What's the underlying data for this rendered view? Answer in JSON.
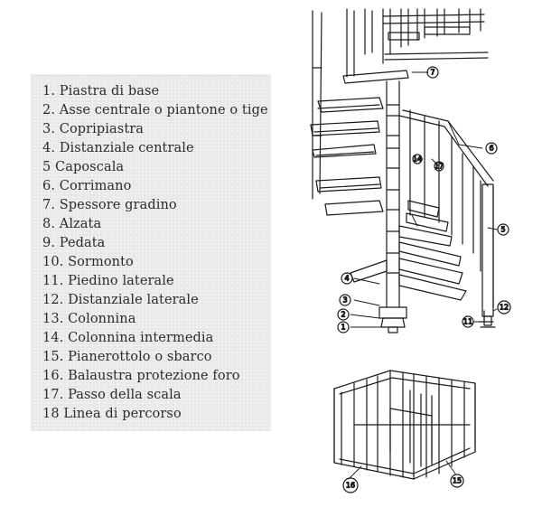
{
  "legend": {
    "items": [
      "1. Piastra di base",
      "2. Asse centrale o piantone o tige",
      "3. Copripiastra",
      "4. Distanziale centrale",
      "5 Caposcala",
      "6. Corrimano",
      "7. Spessore gradino",
      "8. Alzata",
      "9. Pedata",
      "10. Sormonto",
      "11. Piedino laterale",
      "12. Distanziale laterale",
      "13. Colonnina",
      "14. Colonnina intermedia",
      "15. Pianerottolo o sbarco",
      "16. Balaustra protezione foro",
      "17. Passo della scala",
      "18 Linea di percorso"
    ]
  },
  "callouts": {
    "c1": "1",
    "c2": "2",
    "c3": "3",
    "c4": "4",
    "c5": "5",
    "c6": "6",
    "c7": "7",
    "c11": "11",
    "c12": "12",
    "c14": "14",
    "c15": "15",
    "c16": "16",
    "c17": "17"
  }
}
